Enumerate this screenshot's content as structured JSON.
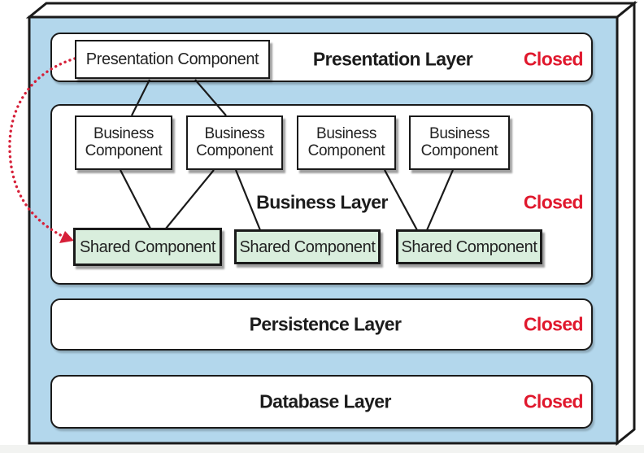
{
  "layers": [
    {
      "title": "Presentation Layer",
      "status": "Closed"
    },
    {
      "title": "Business Layer",
      "status": "Closed"
    },
    {
      "title": "Persistence Layer",
      "status": "Closed"
    },
    {
      "title": "Database Layer",
      "status": "Closed"
    }
  ],
  "components": {
    "presentation": {
      "label": "Presentation Component"
    },
    "business": [
      {
        "label": "Business Component"
      },
      {
        "label": "Business Component"
      },
      {
        "label": "Business Component"
      },
      {
        "label": "Business Component"
      }
    ],
    "shared": [
      {
        "label": "Shared Component"
      },
      {
        "label": "Shared Component"
      },
      {
        "label": "Shared Component"
      }
    ]
  },
  "colors": {
    "box_face_blue": "#b3d7ec",
    "shared_green": "#d9eedd",
    "closed_red": "#e0182d",
    "arrow_red": "#d62039",
    "line_black": "#1a1a1a"
  }
}
